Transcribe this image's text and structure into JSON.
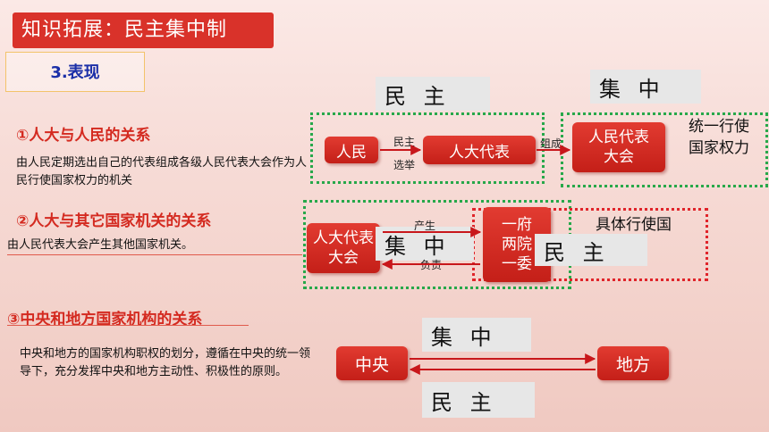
{
  "header": {
    "title": "知识拓展：民主集中制"
  },
  "section": {
    "subtitle": "3.表现"
  },
  "items": [
    {
      "heading": "①人大与人民的关系",
      "text": "由人民定期选出自己的代表组成各级人民代表大会作为人民行使国家权力的机关"
    },
    {
      "heading": "②人大与其它国家机关的关系",
      "text": "由人民代表大会产生其他国家机关。"
    },
    {
      "heading": "③中央和地方国家机构的关系",
      "text": "中央和地方的国家机构职权的划分，遵循在中央的统一领导下，充分发挥中央和地方主动性、积极性的原则。"
    }
  ],
  "diagram": {
    "row1": {
      "label_left": "民 主",
      "label_right": "集 中",
      "box_people": "人民",
      "arrow_label_top": "民主",
      "arrow_label_bottom": "选举",
      "box_deputies": "人大代表",
      "arrow_label_compose": "组成",
      "box_npc": "人民代表大会",
      "side_text": "统一行使国家权力"
    },
    "row2": {
      "box_npc": "人大代表大会",
      "label_center": "集 中",
      "arrow_label_produce": "产生",
      "arrow_label_responsible": "负责",
      "box_organs": "一府两院一委",
      "label_right": "民 主",
      "side_text": "具体行使国"
    },
    "row3": {
      "label_top": "集 中",
      "box_central": "中央",
      "box_local": "地方",
      "label_bottom": "民 主"
    }
  },
  "colors": {
    "accent": "#d9322a",
    "green_dash": "#27a84a",
    "red_dash": "#e0242a"
  }
}
